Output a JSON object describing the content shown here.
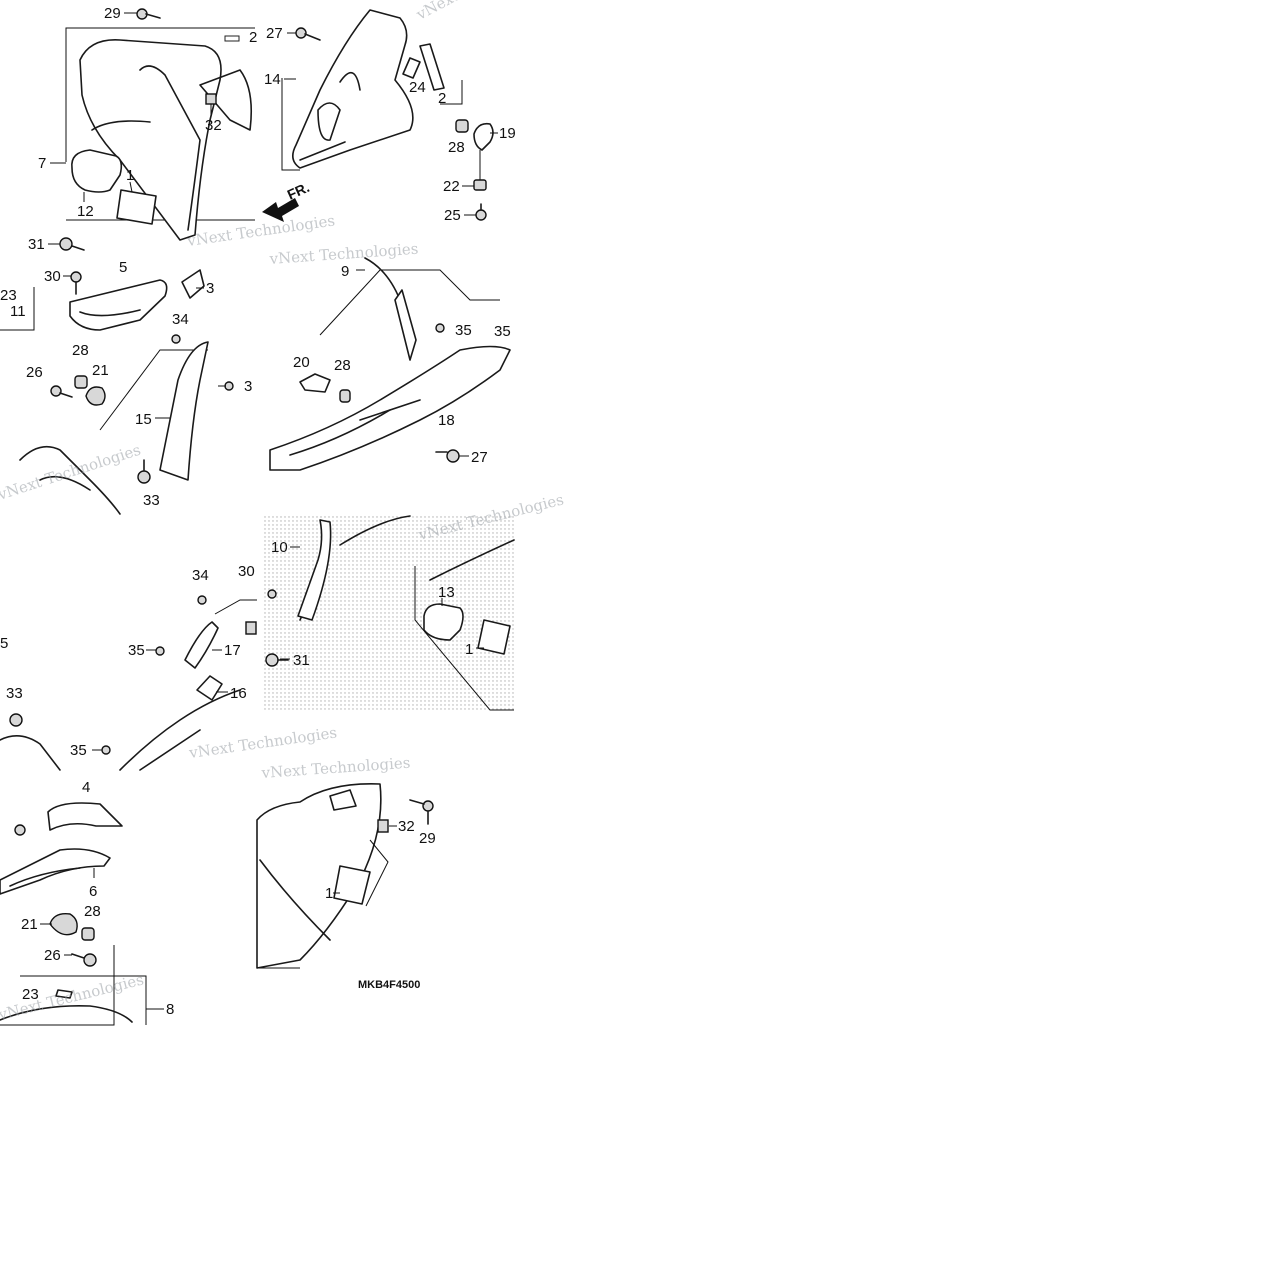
{
  "diagram": {
    "catalog_code": "MKB4F4500",
    "direction_label": "FR.",
    "watermark_text": "vNext Technologies",
    "colors": {
      "line": "#1a1a1a",
      "background": "#ffffff",
      "watermark": "#9aa0a6"
    },
    "callouts": {
      "c1": "1",
      "c2": "2",
      "c3": "3",
      "c4": "4",
      "c5": "5",
      "c6": "6",
      "c7": "7",
      "c8": "8",
      "c9": "9",
      "c10": "10",
      "c11": "11",
      "c12": "12",
      "c13": "13",
      "c14": "14",
      "c15": "15",
      "c16": "16",
      "c17": "17",
      "c18": "18",
      "c19": "19",
      "c20": "20",
      "c21": "21",
      "c22": "22",
      "c23": "23",
      "c24": "24",
      "c25": "25",
      "c26": "26",
      "c27": "27",
      "c28": "28",
      "c29": "29",
      "c30": "30",
      "c31": "31",
      "c32": "32",
      "c33": "33",
      "c34": "34",
      "c35": "35",
      "c36": "3"
    }
  }
}
